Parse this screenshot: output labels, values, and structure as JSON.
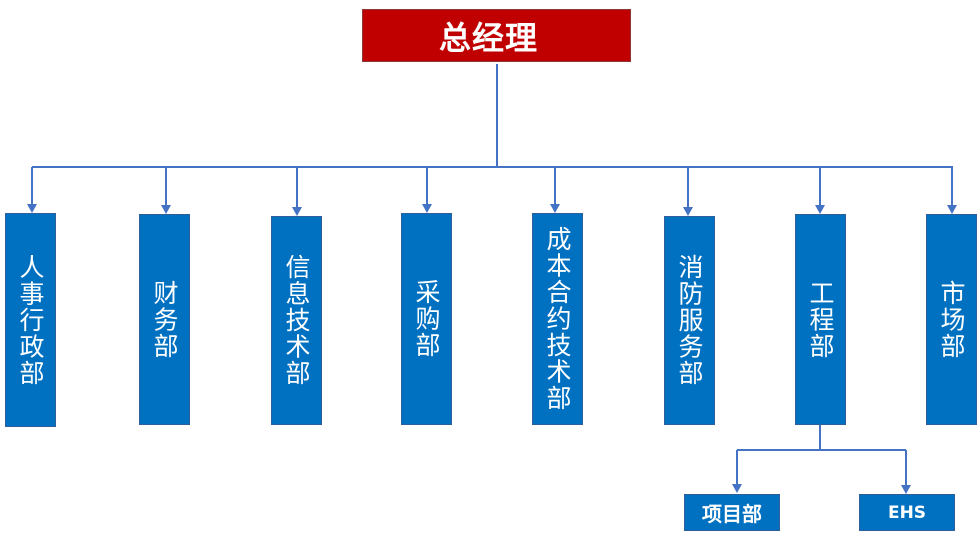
{
  "root": {
    "label": "总经理"
  },
  "departments": [
    {
      "label": "人事行政部"
    },
    {
      "label": "财务部"
    },
    {
      "label": "信息技术部"
    },
    {
      "label": "采购部"
    },
    {
      "label": "成本合约技术部"
    },
    {
      "label": "消防服务部"
    },
    {
      "label": "工程部"
    },
    {
      "label": "市场部"
    }
  ],
  "sub_departments": [
    {
      "label": "项目部",
      "parent": "工程部"
    },
    {
      "label": "EHS",
      "parent": "工程部"
    }
  ],
  "colors": {
    "root_fill": "#c00000",
    "dept_fill": "#0070c0",
    "connector": "#4472c4",
    "text": "#ffffff"
  }
}
